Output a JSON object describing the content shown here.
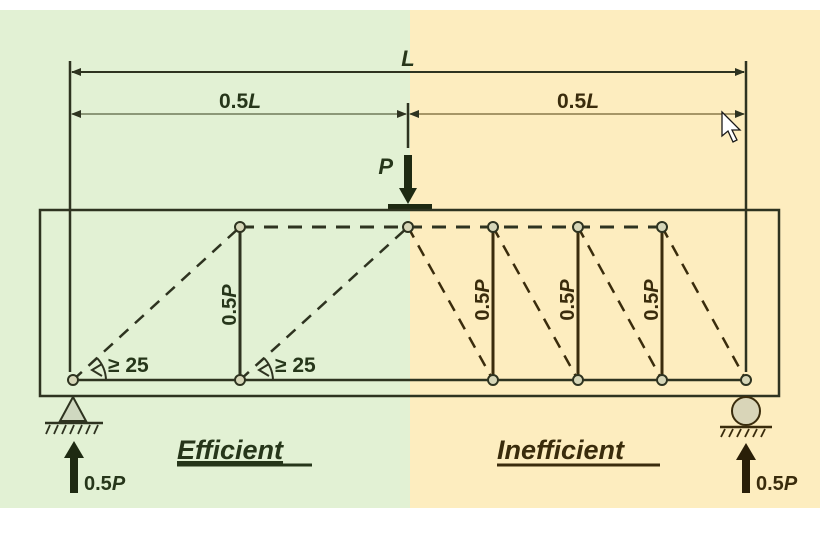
{
  "colors": {
    "efficient_bg": "#e2f1d4",
    "inefficient_bg": "#fdedbf",
    "ink_green": "#26361a",
    "ink_brown": "#3a2c0c"
  },
  "dimensions": {
    "total_span": {
      "num": "",
      "var": "L"
    },
    "left_half": {
      "num": "0.5",
      "var": "L"
    },
    "right_half": {
      "num": "0.5",
      "var": "L"
    }
  },
  "load": {
    "label": "P"
  },
  "efficient_side": {
    "title": "Efficient",
    "tie_force": {
      "num": "0.5",
      "var": "P"
    },
    "angle_labels": [
      "≥ 25",
      "≥ 25"
    ],
    "reaction": {
      "num": "0.5",
      "var": "P"
    },
    "support": "pin-support"
  },
  "inefficient_side": {
    "title": "Inefficient",
    "tie_forces": [
      {
        "num": "0.5",
        "var": "P"
      },
      {
        "num": "0.5",
        "var": "P"
      },
      {
        "num": "0.5",
        "var": "P"
      }
    ],
    "reaction": {
      "num": "0.5",
      "var": "P"
    },
    "support": "roller-support"
  },
  "cursor": {
    "icon": "mouse-pointer-icon"
  }
}
